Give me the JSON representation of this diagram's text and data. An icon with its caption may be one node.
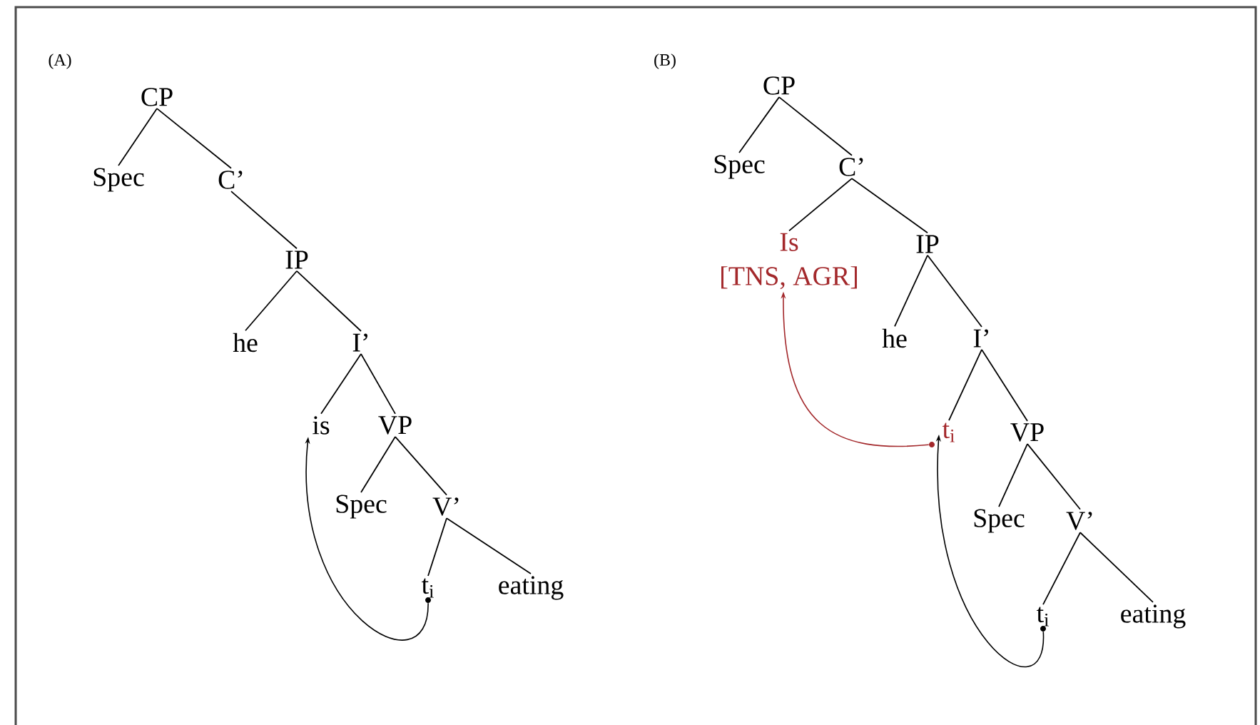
{
  "diagram": {
    "nodes": [
      {
        "text": [
          "CP"
        ]
      },
      {
        "text": [
          "Spec"
        ]
      },
      {
        "text": [
          "C’"
        ]
      },
      {
        "text": [
          "IP"
        ]
      },
      {
        "text": [
          "he"
        ]
      },
      {
        "text": [
          "I’"
        ]
      },
      {
        "text": [
          "is"
        ]
      },
      {
        "text": [
          "VP"
        ]
      },
      {
        "text": [
          "Spec"
        ]
      },
      {
        "text": [
          "V’"
        ]
      },
      {
        "text": [
          "t$_{i}$"
        ]
      },
      {
        "text": [
          "eating"
        ]
      },
      {
        "text": [
          "CP"
        ]
      },
      {
        "text": [
          "Spec"
        ]
      },
      {
        "text": [
          "C’"
        ]
      },
      {
        "text": [
          "Is",
          "[TNS, AGR]"
        ]
      },
      {
        "text": [
          "IP"
        ]
      },
      {
        "text": [
          "he"
        ]
      },
      {
        "text": [
          "I’"
        ]
      },
      {
        "text": [
          "t$_{i}$"
        ]
      },
      {
        "text": [
          "VP"
        ]
      },
      {
        "text": [
          "Spec"
        ]
      },
      {
        "text": [
          "V’"
        ]
      },
      {
        "text": [
          "t$_{i}$"
        ]
      },
      {
        "text": [
          "eating"
        ]
      }
    ],
    "edges": [
      {
        "from": 0,
        "to": 1,
        "arrow": "none"
      },
      {
        "from": 0,
        "to": 2,
        "arrow": "none"
      },
      {
        "from": 2,
        "to": 3,
        "arrow": "none"
      },
      {
        "from": 3,
        "to": 4,
        "arrow": "none"
      },
      {
        "from": 3,
        "to": 5,
        "arrow": "none"
      },
      {
        "from": 5,
        "to": 6,
        "arrow": "none"
      },
      {
        "from": 5,
        "to": 7,
        "arrow": "none"
      },
      {
        "from": 7,
        "to": 8,
        "arrow": "none"
      },
      {
        "from": 7,
        "to": 9,
        "arrow": "none"
      },
      {
        "from": 9,
        "to": 10,
        "arrow": "none"
      },
      {
        "from": 9,
        "to": 11,
        "arrow": "none"
      },
      {
        "from": 10,
        "to": 6,
        "arrow": "to"
      },
      {
        "from": 12,
        "to": 13,
        "arrow": "none"
      },
      {
        "from": 12,
        "to": 14,
        "arrow": "none"
      },
      {
        "from": 14,
        "to": 15,
        "arrow": "none"
      },
      {
        "from": 14,
        "to": 16,
        "arrow": "none"
      },
      {
        "from": 16,
        "to": 17,
        "arrow": "none"
      },
      {
        "from": 16,
        "to": 18,
        "arrow": "none"
      },
      {
        "from": 18,
        "to": 19,
        "arrow": "none"
      },
      {
        "from": 18,
        "to": 20,
        "arrow": "none"
      },
      {
        "from": 20,
        "to": 21,
        "arrow": "none"
      },
      {
        "from": 20,
        "to": 22,
        "arrow": "none"
      },
      {
        "from": 22,
        "to": 23,
        "arrow": "none"
      },
      {
        "from": 22,
        "to": 24,
        "arrow": "none"
      },
      {
        "from": 23,
        "to": 19,
        "arrow": "to"
      },
      {
        "from": 19,
        "to": 15,
        "arrow": "to",
        "color": "#a3282b"
      }
    ],
    "labels": [
      "(A)",
      "(B)"
    ]
  }
}
